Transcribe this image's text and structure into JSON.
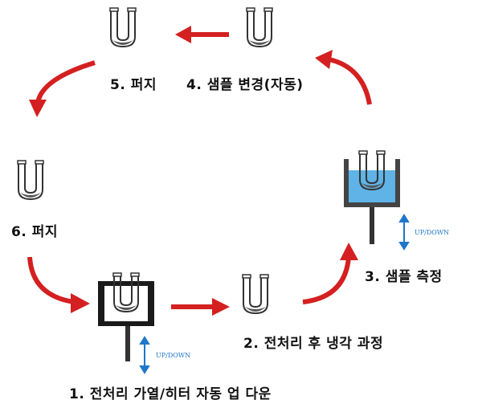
{
  "colors": {
    "arrow": "#d42020",
    "heater": "#1a1a1a",
    "heater_top": "#444444",
    "liquid": "#5fb3e6",
    "tube_line": "#333333",
    "updown": "#1f77c8"
  },
  "steps": [
    {
      "id": "step-1",
      "label": "1. 전처리 가열/히터 자동 업 다운"
    },
    {
      "id": "step-2",
      "label": "2. 전처리 후 냉각 과정"
    },
    {
      "id": "step-3",
      "label": "3. 샘플 측정"
    },
    {
      "id": "step-4",
      "label": "4. 샘플 변경(자동)"
    },
    {
      "id": "step-5",
      "label": "5. 퍼지"
    },
    {
      "id": "step-6",
      "label": "6. 퍼지"
    }
  ],
  "updown_label": "UP/DOWN"
}
